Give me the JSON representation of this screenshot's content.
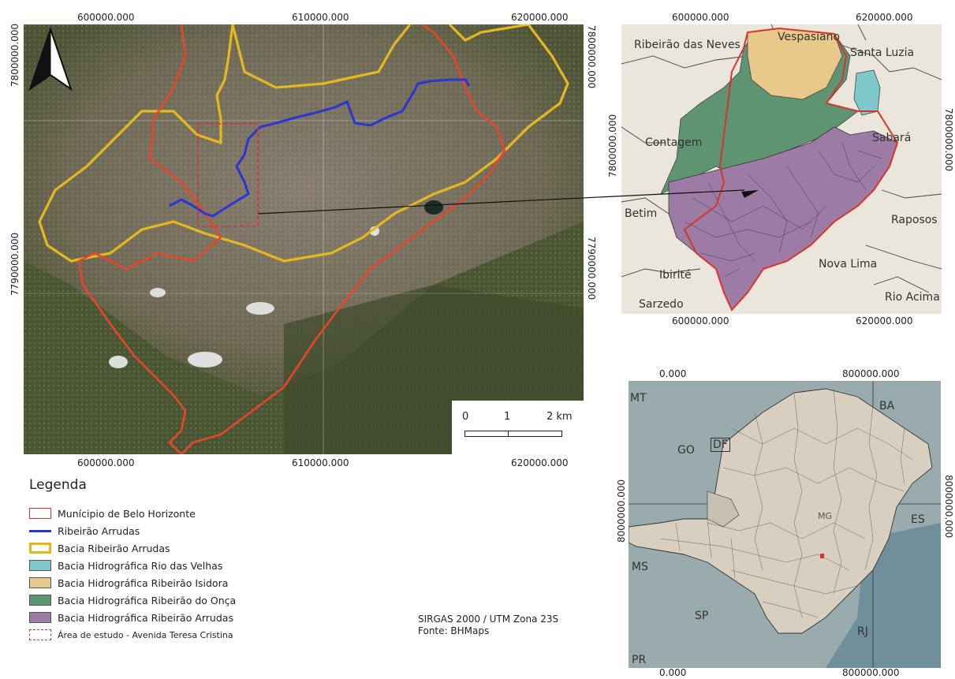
{
  "main_map": {
    "top_x_ticks": [
      "600000.000",
      "610000.000",
      "620000.000"
    ],
    "bottom_x_ticks": [
      "600000.000",
      "610000.000",
      "620000.000"
    ],
    "left_y_ticks": [
      "7800000.000",
      "7790000.000"
    ],
    "right_y_ticks": [
      "7800000.000",
      "7790000.000"
    ],
    "north_arrow": "north-arrow-icon",
    "scale": {
      "labels": [
        "0",
        "1",
        "2 km"
      ]
    }
  },
  "inset_top": {
    "top_x_ticks": [
      "600000.000",
      "620000.000"
    ],
    "bottom_x_ticks": [
      "600000.000",
      "620000.000"
    ],
    "left_y_tick": "7800000.000",
    "right_y_tick": "7800000.000",
    "places": [
      "Ribeirão das Neves",
      "Vespasiano",
      "Santa Luzia",
      "Contagem",
      "Sabará",
      "Betim",
      "Raposos",
      "Nova Lima",
      "Ibirité",
      "Sarzedo",
      "Rio Acima"
    ]
  },
  "inset_bottom": {
    "top_x_ticks": [
      "0.000",
      "800000.000"
    ],
    "bottom_x_ticks": [
      "0.000",
      "800000.000"
    ],
    "left_y_tick": "8000000.000",
    "right_y_tick": "8000000.000",
    "states": [
      "MT",
      "BA",
      "GO",
      "DF",
      "ES",
      "MS",
      "SP",
      "RJ",
      "PR",
      "MG"
    ]
  },
  "legend": {
    "title": "Legenda",
    "items": [
      {
        "label": "Munícipio de Belo Horizonte",
        "type": "outline",
        "color": "#d9342b"
      },
      {
        "label": "Ribeirão Arrudas",
        "type": "line",
        "color": "#2b35d6"
      },
      {
        "label": "Bacia Ribeirão Arrudas",
        "type": "outline-thick",
        "color": "#e6b820"
      },
      {
        "label": "Bacia Hidrográfica Rio das Velhas",
        "type": "fill",
        "color": "#7fc9cc"
      },
      {
        "label": "Bacia Hidrográfica Ribeirão Isidora",
        "type": "fill",
        "color": "#e8c98a"
      },
      {
        "label": "Bacia Hidrográfica Ribeirão do Onça",
        "type": "fill",
        "color": "#5e9472"
      },
      {
        "label": "Bacia Hidrográfica Ribeirão Arrudas",
        "type": "fill",
        "color": "#9c7ba5"
      },
      {
        "label": "Área de estudo - Avenida Teresa Cristina",
        "type": "dashed",
        "color": "#d9342b"
      }
    ]
  },
  "info": {
    "crs": "SIRGAS 2000 / UTM Zona 23S",
    "source": "Fonte: BHMaps"
  }
}
